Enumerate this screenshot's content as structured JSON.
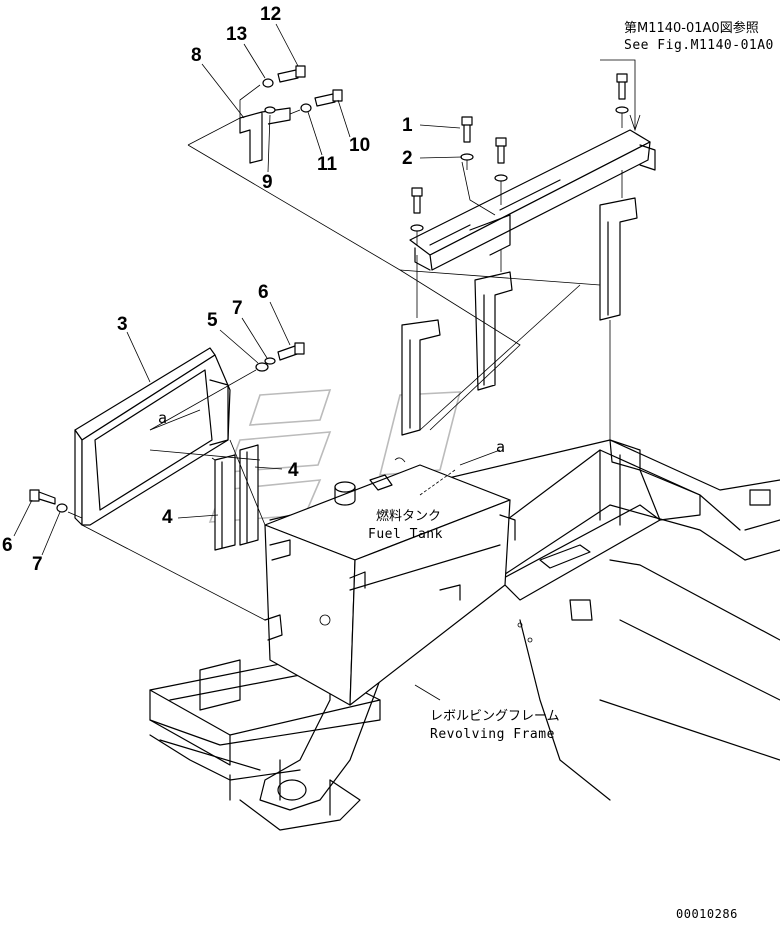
{
  "callouts": [
    {
      "id": "c1",
      "text": "1"
    },
    {
      "id": "c2",
      "text": "2"
    },
    {
      "id": "c3",
      "text": "3"
    },
    {
      "id": "c4a",
      "text": "4"
    },
    {
      "id": "c4b",
      "text": "4"
    },
    {
      "id": "c5",
      "text": "5"
    },
    {
      "id": "c6a",
      "text": "6"
    },
    {
      "id": "c6b",
      "text": "6"
    },
    {
      "id": "c7a",
      "text": "7"
    },
    {
      "id": "c7b",
      "text": "7"
    },
    {
      "id": "c8",
      "text": "8"
    },
    {
      "id": "c9",
      "text": "9"
    },
    {
      "id": "c10",
      "text": "10"
    },
    {
      "id": "c11",
      "text": "11"
    },
    {
      "id": "c12",
      "text": "12"
    },
    {
      "id": "c13",
      "text": "13"
    }
  ],
  "labels": {
    "ref_jp": "第M1140-01A0図参照",
    "ref_en": "See Fig.M1140-01A0",
    "fuel_jp": "燃料タンク",
    "fuel_en": "Fuel Tank",
    "frame_jp": "レボルビングフレーム",
    "frame_en": "Revolving Frame",
    "marker_a1": "a",
    "marker_a2": "a",
    "drawing_no": "00010286"
  }
}
